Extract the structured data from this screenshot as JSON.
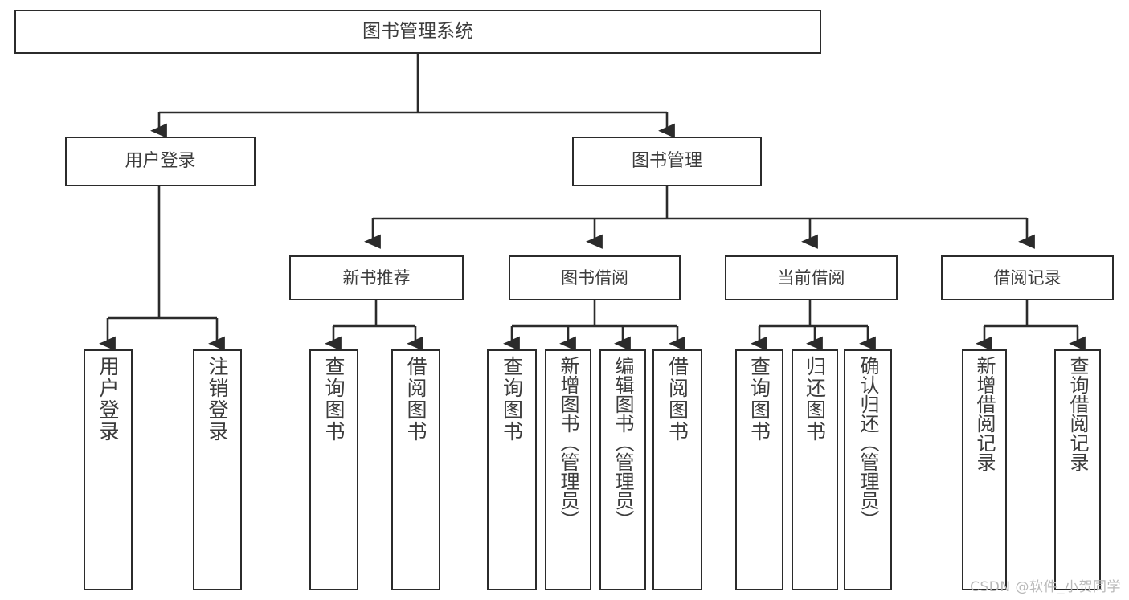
{
  "diagram": {
    "title": "图书管理系统",
    "type": "function-structure-tree",
    "root": {
      "id": "root",
      "label": "图书管理系统"
    },
    "level1": [
      {
        "id": "user-login",
        "label": "用户登录"
      },
      {
        "id": "book-manage",
        "label": "图书管理"
      }
    ],
    "level2": [
      {
        "id": "new-book-recommend",
        "label": "新书推荐",
        "parent": "book-manage"
      },
      {
        "id": "book-borrow",
        "label": "图书借阅",
        "parent": "book-manage"
      },
      {
        "id": "current-borrow",
        "label": "当前借阅",
        "parent": "book-manage"
      },
      {
        "id": "borrow-record",
        "label": "借阅记录",
        "parent": "book-manage"
      }
    ],
    "leaves": [
      {
        "id": "leaf-user-login",
        "label": "用户登录",
        "parent": "user-login"
      },
      {
        "id": "leaf-logout-login",
        "label": "注销登录",
        "parent": "user-login"
      },
      {
        "id": "leaf-query-book-1",
        "label": "查询图书",
        "parent": "new-book-recommend"
      },
      {
        "id": "leaf-borrow-book-1",
        "label": "借阅图书",
        "parent": "new-book-recommend"
      },
      {
        "id": "leaf-query-book-2",
        "label": "查询图书",
        "parent": "book-borrow"
      },
      {
        "id": "leaf-add-book",
        "label": "新增图书（管理员）",
        "parent": "book-borrow"
      },
      {
        "id": "leaf-edit-book",
        "label": "编辑图书（管理员）",
        "parent": "book-borrow"
      },
      {
        "id": "leaf-borrow-book-2",
        "label": "借阅图书",
        "parent": "book-borrow"
      },
      {
        "id": "leaf-query-book-3",
        "label": "查询图书",
        "parent": "current-borrow"
      },
      {
        "id": "leaf-return-book",
        "label": "归还图书",
        "parent": "current-borrow"
      },
      {
        "id": "leaf-confirm-return",
        "label": "确认归还（管理员）",
        "parent": "current-borrow"
      },
      {
        "id": "leaf-add-record",
        "label": "新增借阅记录",
        "parent": "borrow-record"
      },
      {
        "id": "leaf-query-record",
        "label": "查询借阅记录",
        "parent": "borrow-record"
      }
    ]
  },
  "watermark": {
    "text": "CSDN @软件_小贺同学"
  },
  "colors": {
    "background": "#ffffff",
    "box_fill": "#ffffff",
    "box_border": "#2b2b2b",
    "text": "#3c3c3c",
    "connector": "#2b2b2b",
    "watermark": "#b8b8b8"
  }
}
